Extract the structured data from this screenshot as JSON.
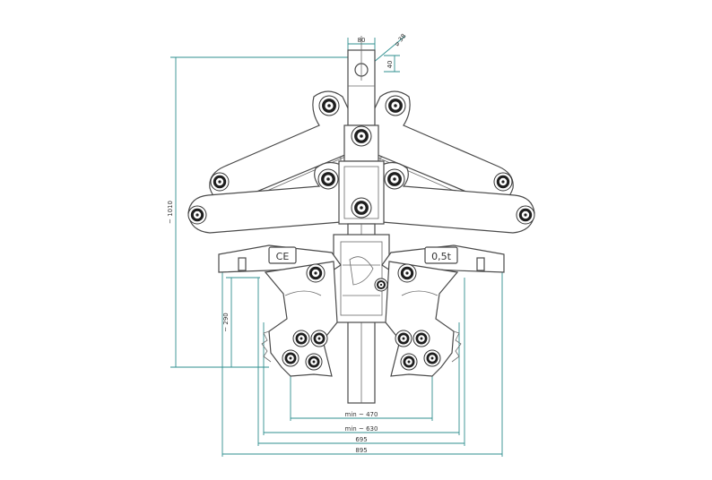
{
  "dimensions": {
    "top_width": "80",
    "hole_diameter": "⌀ 38",
    "offset": "40",
    "overall_height": "~ 1010",
    "jaw_height": "~ 290",
    "min_opening": "min ~ 470",
    "max_opening": "min ~ 630",
    "inner_width": "695",
    "outer_width": "895"
  },
  "markings": {
    "ce": "CE",
    "load_plate": "0,5t"
  },
  "colors": {
    "dimension_line": "#2f8f8f",
    "part_outline": "#4a4a4a"
  }
}
